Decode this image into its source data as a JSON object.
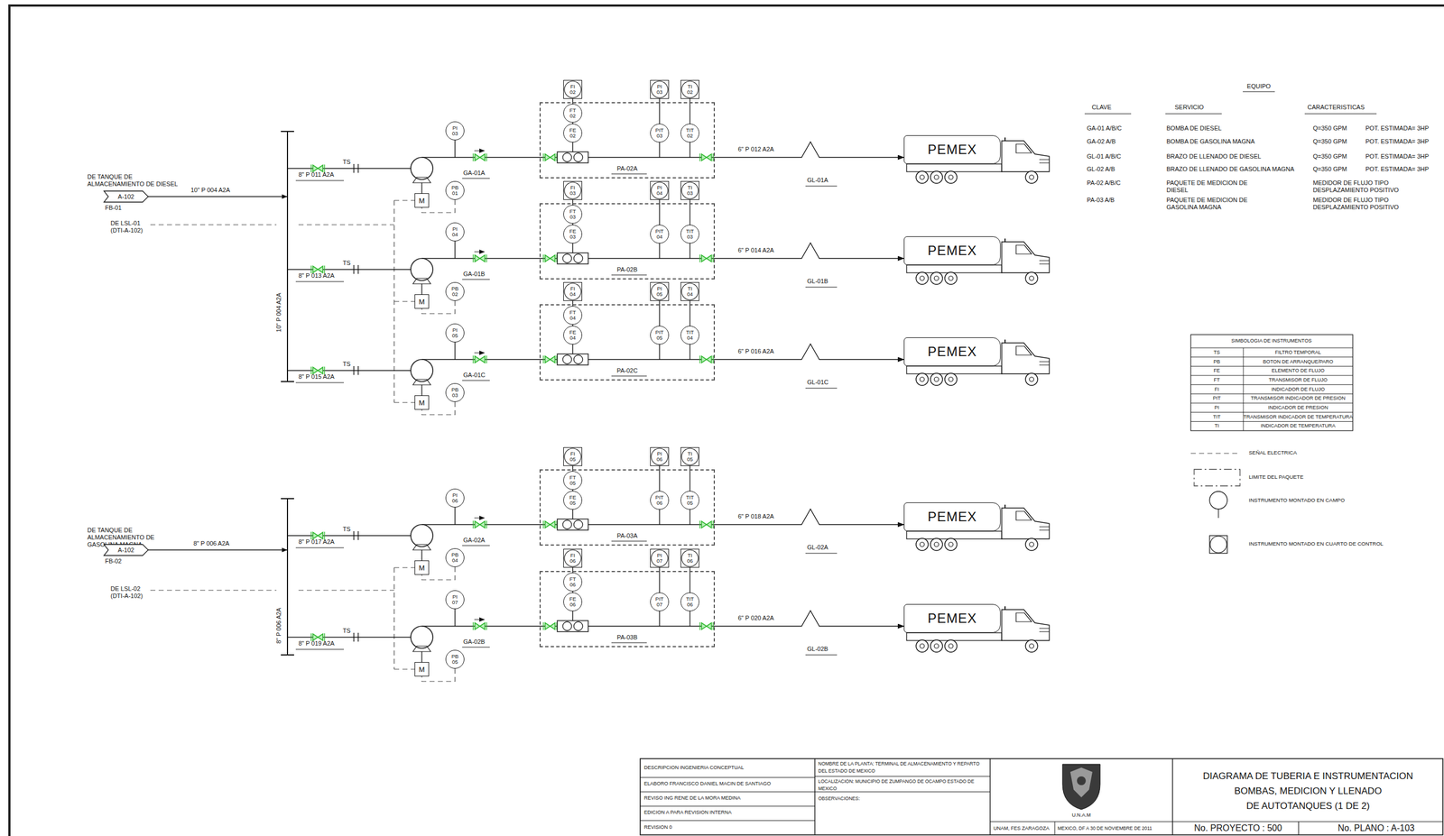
{
  "diagram": {
    "nodes": [
      {
        "text": [
          "A-102"
        ]
      },
      {
        "text": [
          "PI 03"
        ]
      },
      {
        "text": [
          "PB 01"
        ]
      },
      {
        "text": [
          "M"
        ]
      },
      {
        "text": [
          "FI 02"
        ]
      },
      {
        "text": [
          "PI 03"
        ]
      },
      {
        "text": [
          "TI 02"
        ]
      },
      {
        "text": [
          "PA-02A"
        ]
      },
      {
        "text": [
          "FT 02"
        ],
        "in": 7
      },
      {
        "text": [
          "FE 02"
        ],
        "in": 7
      },
      {
        "text": [
          "PIT 03"
        ],
        "in": 7
      },
      {
        "text": [
          "TIT 02"
        ],
        "in": 7
      },
      {
        "text": [
          "PEMEX"
        ]
      },
      {
        "text": [
          "PI 04"
        ]
      },
      {
        "text": [
          "PB 02"
        ]
      },
      {
        "text": [
          "M"
        ]
      },
      {
        "text": [
          "FI 03"
        ]
      },
      {
        "text": [
          "PI 04"
        ]
      },
      {
        "text": [
          "TI 03"
        ]
      },
      {
        "text": [
          "PA-02B"
        ]
      },
      {
        "text": [
          "FT 03"
        ],
        "in": 19
      },
      {
        "text": [
          "FE 03"
        ],
        "in": 19
      },
      {
        "text": [
          "PIT 04"
        ],
        "in": 19
      },
      {
        "text": [
          "TIT 03"
        ],
        "in": 19
      },
      {
        "text": [
          "PEMEX"
        ]
      },
      {
        "text": [
          "PI 05"
        ]
      },
      {
        "text": [
          "PB 03"
        ]
      },
      {
        "text": [
          "M"
        ]
      },
      {
        "text": [
          "FI 04"
        ]
      },
      {
        "text": [
          "PI 05"
        ]
      },
      {
        "text": [
          "TI 04"
        ]
      },
      {
        "text": [
          "PA-02C"
        ]
      },
      {
        "text": [
          "FT 04"
        ],
        "in": 31
      },
      {
        "text": [
          "FE 04"
        ],
        "in": 31
      },
      {
        "text": [
          "PIT 05"
        ],
        "in": 31
      },
      {
        "text": [
          "TIT 04"
        ],
        "in": 31
      },
      {
        "text": [
          "PEMEX"
        ]
      },
      {
        "text": [
          "A-102"
        ]
      },
      {
        "text": [
          "PI 06"
        ]
      },
      {
        "text": [
          "PB 04"
        ]
      },
      {
        "text": [
          "M"
        ]
      },
      {
        "text": [
          "FI 05"
        ]
      },
      {
        "text": [
          "PI 06"
        ]
      },
      {
        "text": [
          "TI 05"
        ]
      },
      {
        "text": [
          "PA-03A"
        ]
      },
      {
        "text": [
          "FT 05"
        ],
        "in": 44
      },
      {
        "text": [
          "FE 05"
        ],
        "in": 44
      },
      {
        "text": [
          "PIT 06"
        ],
        "in": 44
      },
      {
        "text": [
          "TIT 05"
        ],
        "in": 44
      },
      {
        "text": [
          "PEMEX"
        ]
      },
      {
        "text": [
          "PI 07"
        ]
      },
      {
        "text": [
          "PB 05"
        ]
      },
      {
        "text": [
          "M"
        ]
      },
      {
        "text": [
          "FI 06"
        ]
      },
      {
        "text": [
          "PI 07"
        ]
      },
      {
        "text": [
          "TI 06"
        ]
      },
      {
        "text": [
          "PA-03B"
        ]
      },
      {
        "text": [
          "FT 06"
        ],
        "in": 56
      },
      {
        "text": [
          "FE 06"
        ],
        "in": 56
      },
      {
        "text": [
          "PIT 07"
        ],
        "in": 56
      },
      {
        "text": [
          "TIT 06"
        ],
        "in": 56
      },
      {
        "text": [
          "PEMEX"
        ]
      }
    ],
    "edges": [
      {
        "from": 4,
        "to": 8,
        "arrow": "none"
      },
      {
        "from": 8,
        "to": 9,
        "arrow": "none"
      },
      {
        "from": 5,
        "to": 10,
        "arrow": "none"
      },
      {
        "from": 6,
        "to": 11,
        "arrow": "none"
      },
      {
        "from": 2,
        "to": 3,
        "arrow": "none"
      },
      {
        "from": 7,
        "to": 12,
        "arrow": "to",
        "label": "6\" P 012 A2A"
      },
      {
        "from": 16,
        "to": 20,
        "arrow": "none"
      },
      {
        "from": 20,
        "to": 21,
        "arrow": "none"
      },
      {
        "from": 17,
        "to": 22,
        "arrow": "none"
      },
      {
        "from": 18,
        "to": 23,
        "arrow": "none"
      },
      {
        "from": 14,
        "to": 15,
        "arrow": "none"
      },
      {
        "from": 19,
        "to": 24,
        "arrow": "to",
        "label": "6\" P 014 A2A"
      },
      {
        "from": 28,
        "to": 32,
        "arrow": "none"
      },
      {
        "from": 32,
        "to": 33,
        "arrow": "none"
      },
      {
        "from": 29,
        "to": 34,
        "arrow": "none"
      },
      {
        "from": 30,
        "to": 35,
        "arrow": "none"
      },
      {
        "from": 26,
        "to": 27,
        "arrow": "none"
      },
      {
        "from": 31,
        "to": 36,
        "arrow": "to",
        "label": "6\" P 016 A2A"
      },
      {
        "from": 41,
        "to": 45,
        "arrow": "none"
      },
      {
        "from": 45,
        "to": 46,
        "arrow": "none"
      },
      {
        "from": 42,
        "to": 47,
        "arrow": "none"
      },
      {
        "from": 43,
        "to": 48,
        "arrow": "none"
      },
      {
        "from": 39,
        "to": 40,
        "arrow": "none"
      },
      {
        "from": 44,
        "to": 49,
        "arrow": "to",
        "label": "6\" P 018 A2A"
      },
      {
        "from": 53,
        "to": 57,
        "arrow": "none"
      },
      {
        "from": 57,
        "to": 58,
        "arrow": "none"
      },
      {
        "from": 54,
        "to": 59,
        "arrow": "none"
      },
      {
        "from": 55,
        "to": 60,
        "arrow": "none"
      },
      {
        "from": 51,
        "to": 52,
        "arrow": "none"
      },
      {
        "from": 56,
        "to": 61,
        "arrow": "to",
        "label": "6\" P 020 A2A"
      }
    ],
    "labels": [
      "8\" P 011 A2A",
      "TS",
      "GA-01A",
      "GL-01A",
      "8\" P 013 A2A",
      "TS",
      "GA-01B",
      "GL-01B",
      "8\" P 015 A2A",
      "TS",
      "GA-01C",
      "GL-01C",
      "8\" P 017 A2A",
      "TS",
      "GA-02A",
      "GL-02A",
      "8\" P 019 A2A",
      "TS",
      "GA-02B",
      "GL-02B",
      "DE TANQUE DE ALMACENAMIENTO DE DIESEL",
      "FB-01",
      "10\" P 004 A2A",
      "DE LSL-01 (DTI-A-102)",
      "10\" P 004 A2A",
      "DE TANQUE DE ALMACENAMIENTO DE GASOLINA MAGNA",
      "FB-02",
      "8\" P 006 A2A",
      "DE LSL-02 (DTI-A-102)",
      "8\" P 006 A2A",
      "EQUIPO",
      "CLAVE",
      "SERVICIO",
      "CARACTERISTICAS",
      "GA-01 A/B/C",
      "BOMBA DE DIESEL",
      "Q=350 GPM",
      "POT. ESTIMADA= 3HP",
      "GA-02 A/B",
      "BOMBA DE GASOLINA MAGNA",
      "Q=350 GPM",
      "POT. ESTIMADA= 3HP",
      "GL-01 A/B/C",
      "BRAZO DE LLENADO DE DIESEL",
      "Q=350 GPM",
      "POT. ESTIMADA= 3HP",
      "GL-02 A/B",
      "BRAZO DE LLENADO DE GASOLINA MAGNA",
      "Q=350 GPM",
      "POT. ESTIMADA= 3HP",
      "PA-02 A/B/C",
      "PAQUETE DE MEDICION DE DIESEL",
      "MEDIDOR DE FLUJO TIPO DESPLAZAMIENTO POSITIVO",
      "PA-03 A/B",
      "PAQUETE DE MEDICION DE GASOLINA MAGNA",
      "MEDIDOR DE FLUJO TIPO DESPLAZAMIENTO POSITIVO",
      "SIMBOLOGIA DE INSTRUMENTOS",
      "TS",
      "FILTRO TEMPORAL",
      "PB",
      "BOTON DE ARRANQUE/PARO",
      "FE",
      "ELEMENTO DE FLUJO",
      "FT",
      "TRANSMISOR DE FLUJO",
      "FI",
      "INDICADOR DE FLUJO",
      "PIT",
      "TRANSMISOR INDICADOR DE PRESION",
      "PI",
      "INDICADOR DE PRESION",
      "TIT",
      "TRANSMISOR INDICADOR DE TEMPERATURA",
      "TI",
      "INDICADOR DE TEMPERATURA",
      "DESCRIPCION INGENIERIA CONCEPTUAL",
      "ELABORO FRANCISCO DANIEL MACIN DE SANTIAGO",
      "REVISO ING RENE DE LA MORA MEDINA",
      "EDICION A PARA REVISION INTERNA",
      "REVISION 0",
      "NOMBRE DE LA PLANTA: TERMINAL DE ALMACENAMIENTO Y REPARTO DEL ESTADO DE MEXICO",
      "LOCALIZACION: MUNICIPIO DE ZUMPANGO DE OCAMPO ESTADO DE MEXICO",
      "OBSERVACIONES:",
      "U.N.A.M",
      "UNAM, FES ZARAGOZA",
      "MEXICO, DF A 30 DE NOVIEMBRE DE 2011",
      "DIAGRAMA DE TUBERIA E INSTRUMENTACION",
      "BOMBAS, MEDICION Y LLENADO",
      "DE AUTOTANQUES (1 DE 2)",
      "No. PROYECTO : 500",
      "No. PLANO : A-103"
    ],
    "legend": [
      {
        "text": "SEÑAL ELECTRICA"
      },
      {
        "text": "LIMITE DEL PAQUETE"
      },
      {
        "text": "INSTRUMENTO MONTADO EN CAMPO"
      },
      {
        "text": "INSTRUMENTO MONTADO EN CUARTO DE CONTROL"
      }
    ]
  }
}
